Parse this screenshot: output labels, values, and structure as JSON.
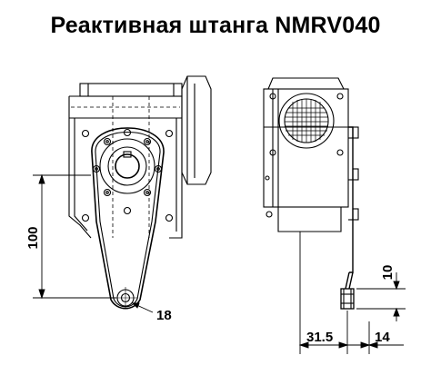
{
  "title": "Реактивная штанга NMRV040",
  "dimensions": {
    "arm_length": "100",
    "hole_diameter": "18",
    "slot_height": "10",
    "offset": "31.5",
    "width": "14"
  },
  "colors": {
    "line": "#000000",
    "background": "#ffffff"
  }
}
